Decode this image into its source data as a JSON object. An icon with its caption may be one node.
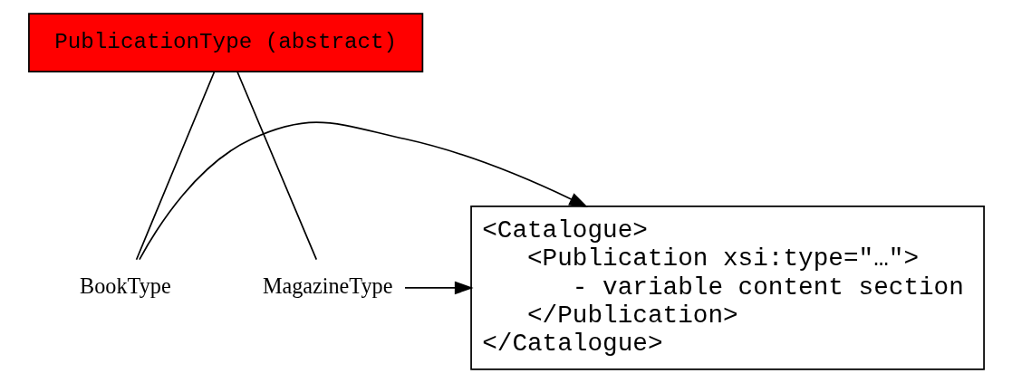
{
  "diagram": {
    "nodes": [
      {
        "text": [
          "PublicationType (abstract)"
        ]
      },
      {
        "text": [
          "BookType"
        ]
      },
      {
        "text": [
          "MagazineType"
        ]
      },
      {
        "text": [
          "<Catalogue>",
          "<Publication xsi:type=\"…\">",
          "- variable content section",
          "</Publication>",
          "</Catalogue>"
        ]
      }
    ],
    "edges": [
      {
        "from": 0,
        "to": 1,
        "arrow": "none"
      },
      {
        "from": 0,
        "to": 2,
        "arrow": "none"
      },
      {
        "from": 1,
        "to": 3,
        "arrow": "to"
      },
      {
        "from": 2,
        "to": 3,
        "arrow": "to"
      }
    ]
  }
}
